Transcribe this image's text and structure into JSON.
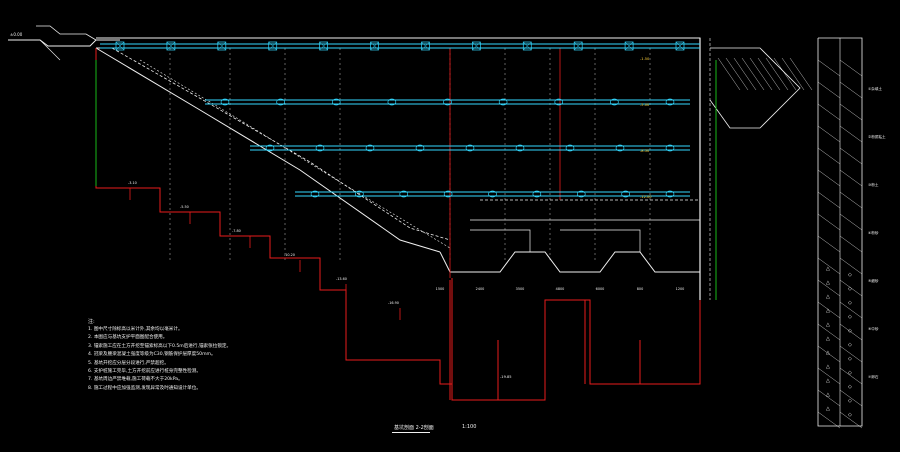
{
  "colors": {
    "background": "#000000",
    "concrete_outline": "#f0f0f0",
    "excavation_line": "#e81c1c",
    "anchor_cable": "#33d8ff",
    "soil_boundary": "#17b817",
    "dimension_text": "#f0f0f0",
    "annotation_text": "#ffd23a"
  },
  "drawing": {
    "title": "基坑剖面 2-2剖面",
    "scale": "1:100"
  },
  "notes": {
    "heading": "注:",
    "items": [
      "1. 图中尺寸除标高以米计外,其余均以毫米计。",
      "2. 本图应与基坑支护平面图配合使用。",
      "3. 锚索施工应在土方开挖至锚索标高以下0.5m后进行,锚索张拉锁定。",
      "4. 冠梁及腰梁混凝土强度等级为C30,钢筋保护层厚度50mm。",
      "5. 基坑开挖应分层分段进行,严禁超挖。",
      "6. 支护桩施工完毕,土方开挖前应进行桩身完整性检测。",
      "7. 基坑周边严禁堆载,施工荷载不大于20kPa。",
      "8. 施工过程中应加强监测,发现异常及时通知设计单位。"
    ]
  },
  "labels": {
    "top_level": "±0.00",
    "waler_levels": [
      "-1.50",
      "-5.00",
      "-8.50",
      "-12.00"
    ],
    "bench_levels": [
      "-3.10",
      "-5.50",
      "-7.80",
      "-10.20",
      "-13.60",
      "-16.90"
    ],
    "pit_bottom": "-19.85",
    "layer_labels": [
      "①杂填土",
      "②粉质粘土",
      "③粉土",
      "④粉砂",
      "⑤细砂",
      "⑥中砂",
      "⑦卵石"
    ],
    "dimensions": [
      "1500",
      "2400",
      "3500",
      "4800",
      "6000",
      "800",
      "1200"
    ]
  }
}
